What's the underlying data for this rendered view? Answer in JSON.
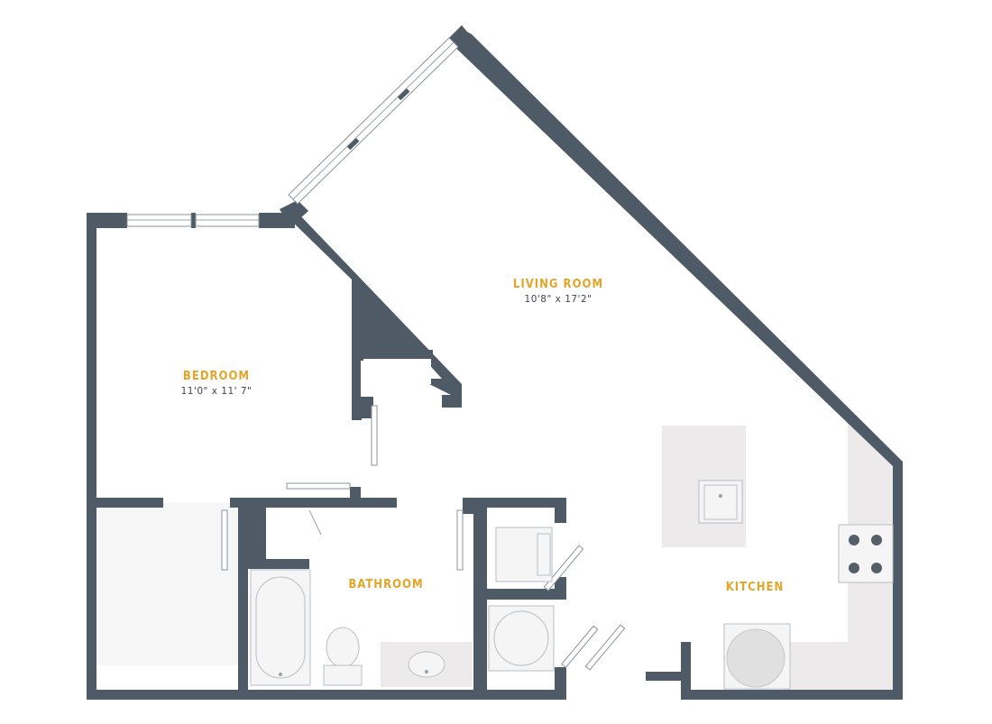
{
  "rooms": {
    "living": {
      "name": "LIVING ROOM",
      "size": "10'8\" x 17'2\""
    },
    "bedroom": {
      "name": "BEDROOM",
      "size": "11'0\" x 11' 7\""
    },
    "bathroom": {
      "name": "BATHROOM"
    },
    "kitchen": {
      "name": "KITCHEN"
    }
  },
  "colors": {
    "wall": "#4e5b66",
    "label": "#e3a527",
    "counter": "#eceaea"
  }
}
